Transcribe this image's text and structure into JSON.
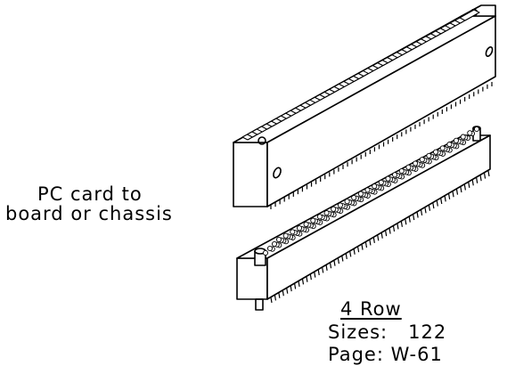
{
  "description_text": {
    "line1": "PC card to",
    "line2": "board or chassis"
  },
  "info": {
    "row_label": "4 Row",
    "sizes_label": "Sizes:   122",
    "page_label": "Page: W-61"
  },
  "colors": {
    "ink": "#000000",
    "background": "#ffffff"
  }
}
